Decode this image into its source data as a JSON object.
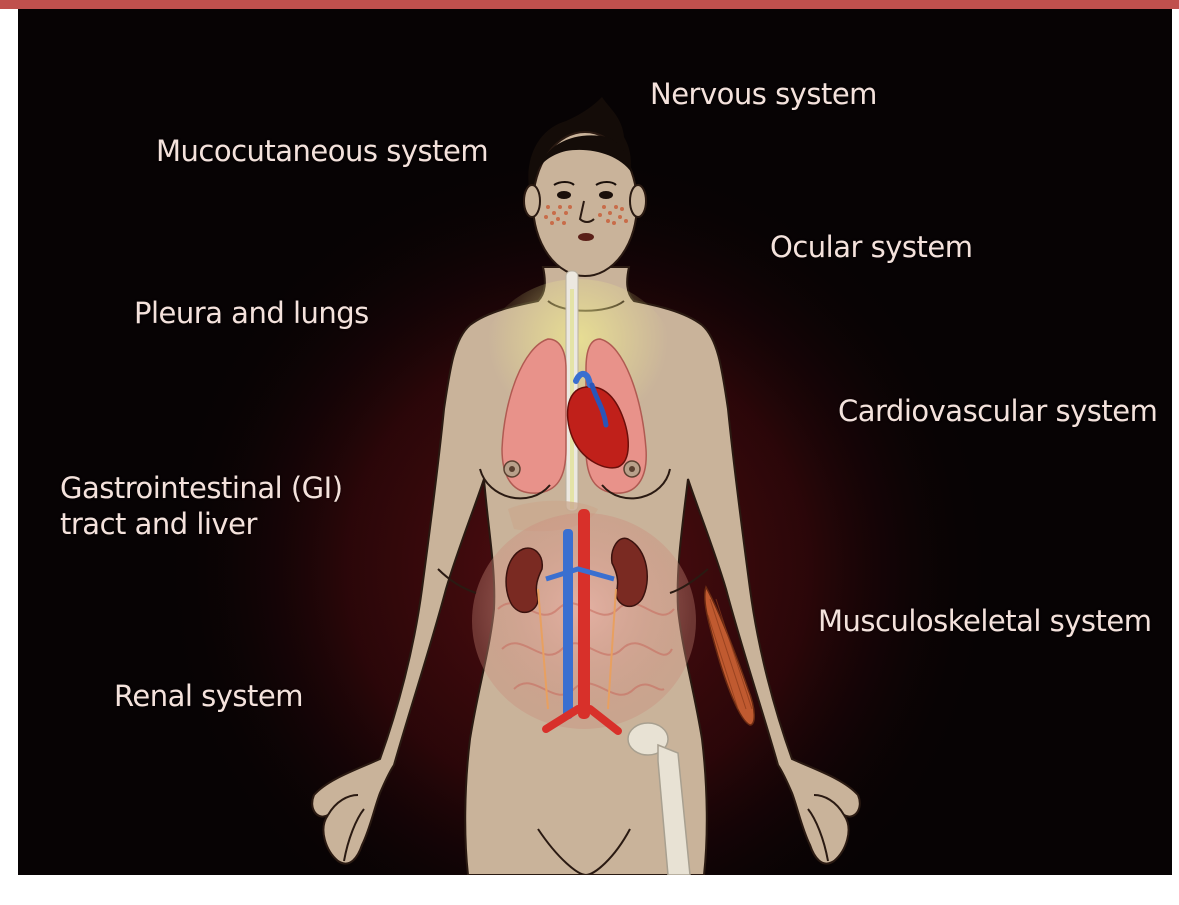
{
  "colors": {
    "top_bar": "#c0504d",
    "background": "#070304",
    "glow": "#5a0f12",
    "skin": "#c9b39a",
    "skin_outline": "#2a1a12",
    "lungs": "#e8928a",
    "heart": "#c0201a",
    "vessels_blue": "#3a6fd0",
    "aorta_red": "#d8302a",
    "kidney": "#7a2a22",
    "intestine": "#d89a92",
    "muscle": "#c05a30",
    "bone": "#e8e2d4",
    "label_text": "#f4e2dc"
  },
  "labels": {
    "nervous": "Nervous system",
    "mucocutaneous": "Mucocutaneous system",
    "ocular": "Ocular system",
    "pleura": "Pleura and lungs",
    "cardiovascular": "Cardiovascular system",
    "gi_line1": "Gastrointestinal (GI)",
    "gi_line2": "tract and liver",
    "musculoskeletal": "Musculoskeletal system",
    "renal": "Renal system"
  }
}
